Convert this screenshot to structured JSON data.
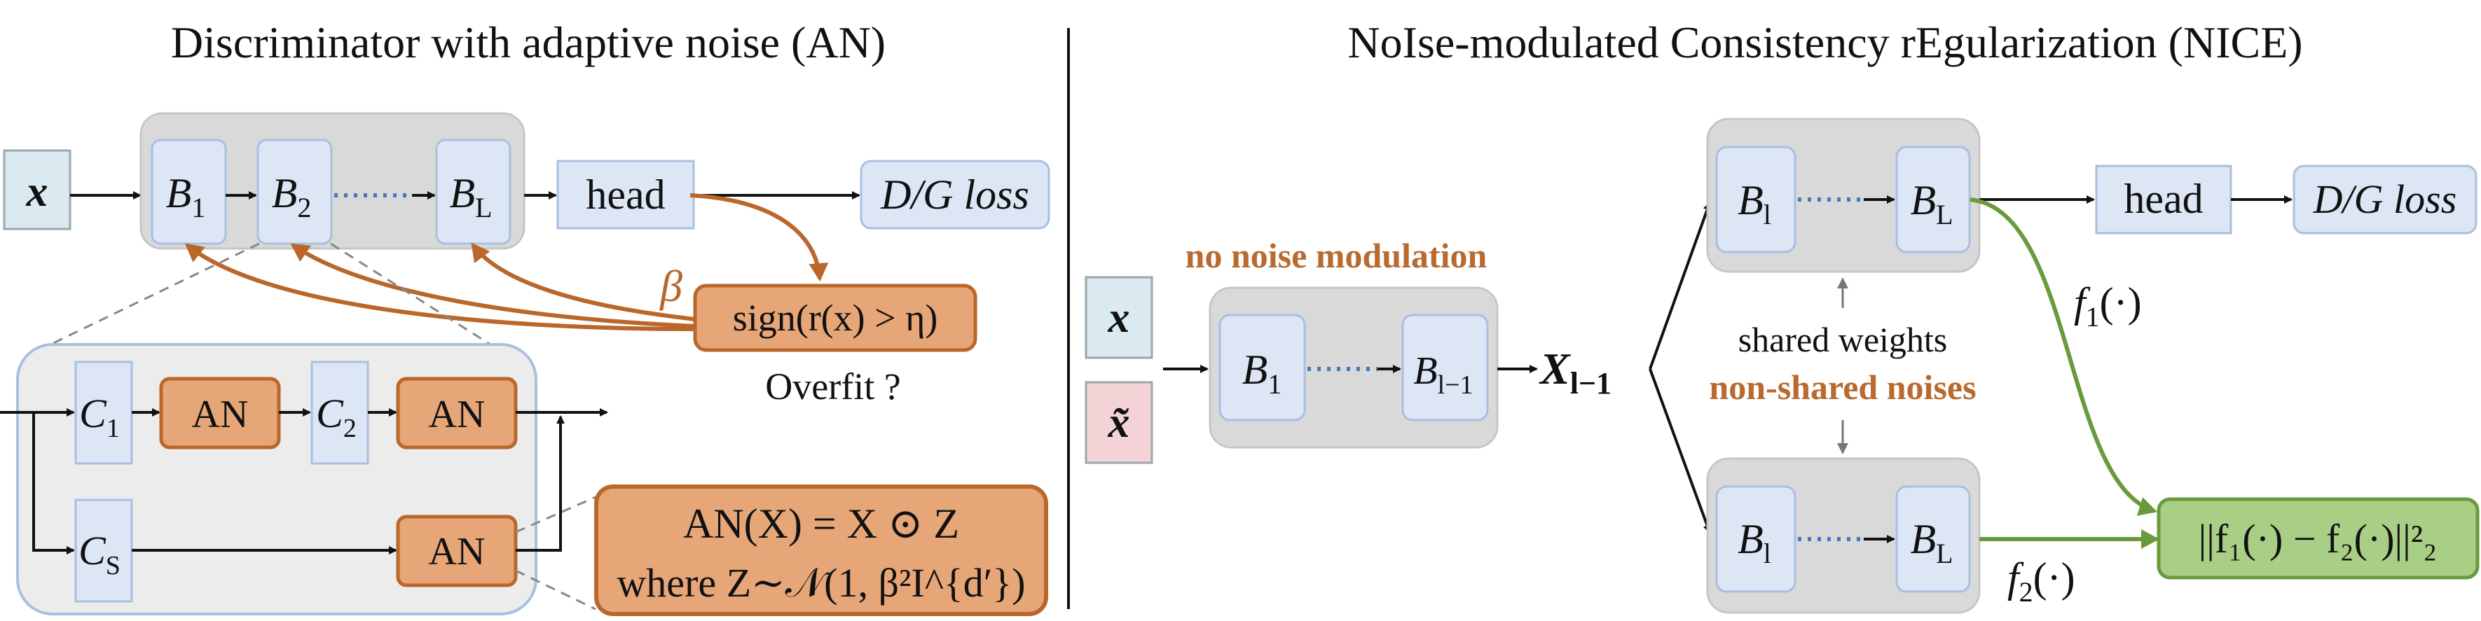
{
  "left": {
    "title": "Discriminator with adaptive noise (AN)",
    "input": "x",
    "blocks": {
      "b1": "B",
      "b1_sub": "1",
      "b2": "B",
      "b2_sub": "2",
      "bL": "B",
      "bL_sub": "L"
    },
    "head": "head",
    "loss": "D/G loss",
    "beta": "β",
    "sign": "sign(r(x) > η)",
    "overfit": "Overfit ?",
    "inner": {
      "c1": "C",
      "c1_sub": "1",
      "c2": "C",
      "c2_sub": "2",
      "cs": "C",
      "cs_sub": "S",
      "an": "AN"
    },
    "formula_line1": "AN(X) = X ⊙ Z",
    "formula_line2": "where Z∼𝒩(1, β²I^{d′})"
  },
  "right": {
    "title": "NoIse-modulated Consistency rEgularization (NICE)",
    "no_noise": "no noise modulation",
    "input_x": "x",
    "input_xt": "x̃",
    "first_blocks": {
      "b1": "B",
      "b1_sub": "1",
      "bl1": "B",
      "bl1_sub": "l−1"
    },
    "xl": "X",
    "xl_sub": "l−1",
    "upper": {
      "bl": "B",
      "bl_sub": "l",
      "bL": "B",
      "bL_sub": "L"
    },
    "lower": {
      "bl": "B",
      "bl_sub": "l",
      "bL": "B",
      "bL_sub": "L"
    },
    "shared": "shared weights",
    "nonshared": "non-shared noises",
    "head": "head",
    "loss": "D/G loss",
    "f1": "f",
    "f1_sub": "1",
    "f2": "f",
    "f2_sub": "2",
    "dot_arg": "(·)",
    "result": "||f₁(·) − f₂(·)||²₂"
  },
  "colors": {
    "gray_box": "#d9d9d9",
    "blue_block": "#dce6f5",
    "blue_border": "#a9bfe0",
    "orange_fill": "#e6a677",
    "orange_stroke": "#b9672a",
    "green_fill": "#a9cf86",
    "green_stroke": "#6a9a3c",
    "input_x_fill": "#dbeaf0",
    "input_xt_fill": "#f4d3d6"
  }
}
